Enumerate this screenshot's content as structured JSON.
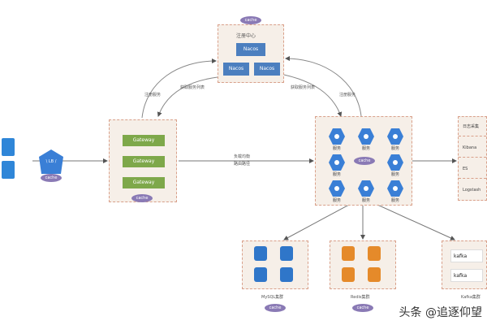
{
  "diagram": {
    "registry": {
      "title": "注册中心",
      "cache": "cache",
      "nodes": [
        "Nacos",
        "Nacos",
        "Nacos"
      ]
    },
    "gateway": {
      "nodes": [
        "Gateway",
        "Gateway",
        "Gateway"
      ],
      "cache": "cache"
    },
    "services": {
      "items": [
        "服务",
        "服务",
        "服务",
        "服务",
        "服务",
        "服务",
        "服务",
        "服务"
      ],
      "cache": "cache"
    },
    "client_cache": "cache",
    "lb_label": "\\ LB /",
    "edges": {
      "left_top": "获取服务列表",
      "left_bottom": "注册服务",
      "right_top": "获取服务列表",
      "right_bottom": "注册服务",
      "middle_1": "负载均衡",
      "middle_2": "路由路径"
    },
    "sidebar": {
      "items": [
        "日志采集",
        "Kibana",
        "ES",
        "Logstash"
      ]
    },
    "storage": {
      "mysql_label": "MySQL集群",
      "mysql_cache": "cache",
      "redis_label": "Redis集群",
      "redis_cache": "cache",
      "kafka_label": "Kafka集群",
      "kafka_nodes": [
        "kafka",
        "kafka"
      ]
    },
    "watermark": "头条 @追逐仰望"
  }
}
